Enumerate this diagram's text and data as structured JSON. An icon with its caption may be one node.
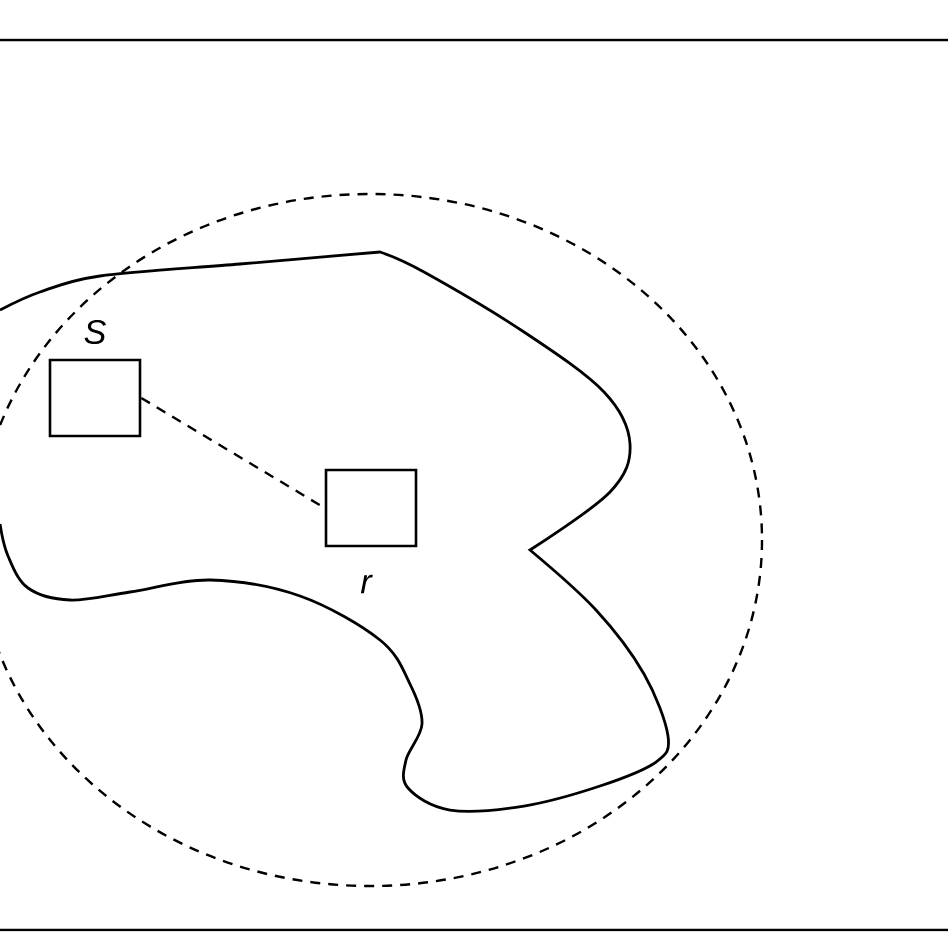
{
  "diagram": {
    "nodes": [
      {
        "text": [],
        "shape": "box",
        "beside": [
          "S"
        ]
      },
      {
        "text": [],
        "shape": "box",
        "beside": [
          "r"
        ]
      }
    ],
    "edges": [
      {
        "from": 0,
        "to": 1,
        "arrow": "none",
        "style": "dashed"
      }
    ]
  }
}
